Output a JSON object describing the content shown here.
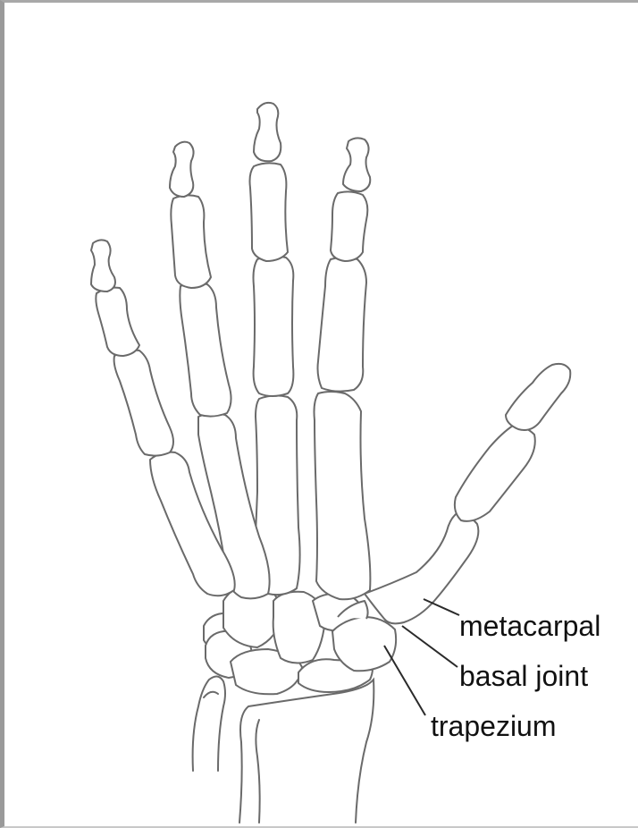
{
  "labels": {
    "metacarpal": "metacarpal",
    "basal_joint": "basal joint",
    "trapezium": "trapezium"
  },
  "colors": {
    "outline": "#6a6a6a",
    "leader": "#2a2a2a",
    "text": "#111111",
    "frame": "#9a9a9a"
  }
}
